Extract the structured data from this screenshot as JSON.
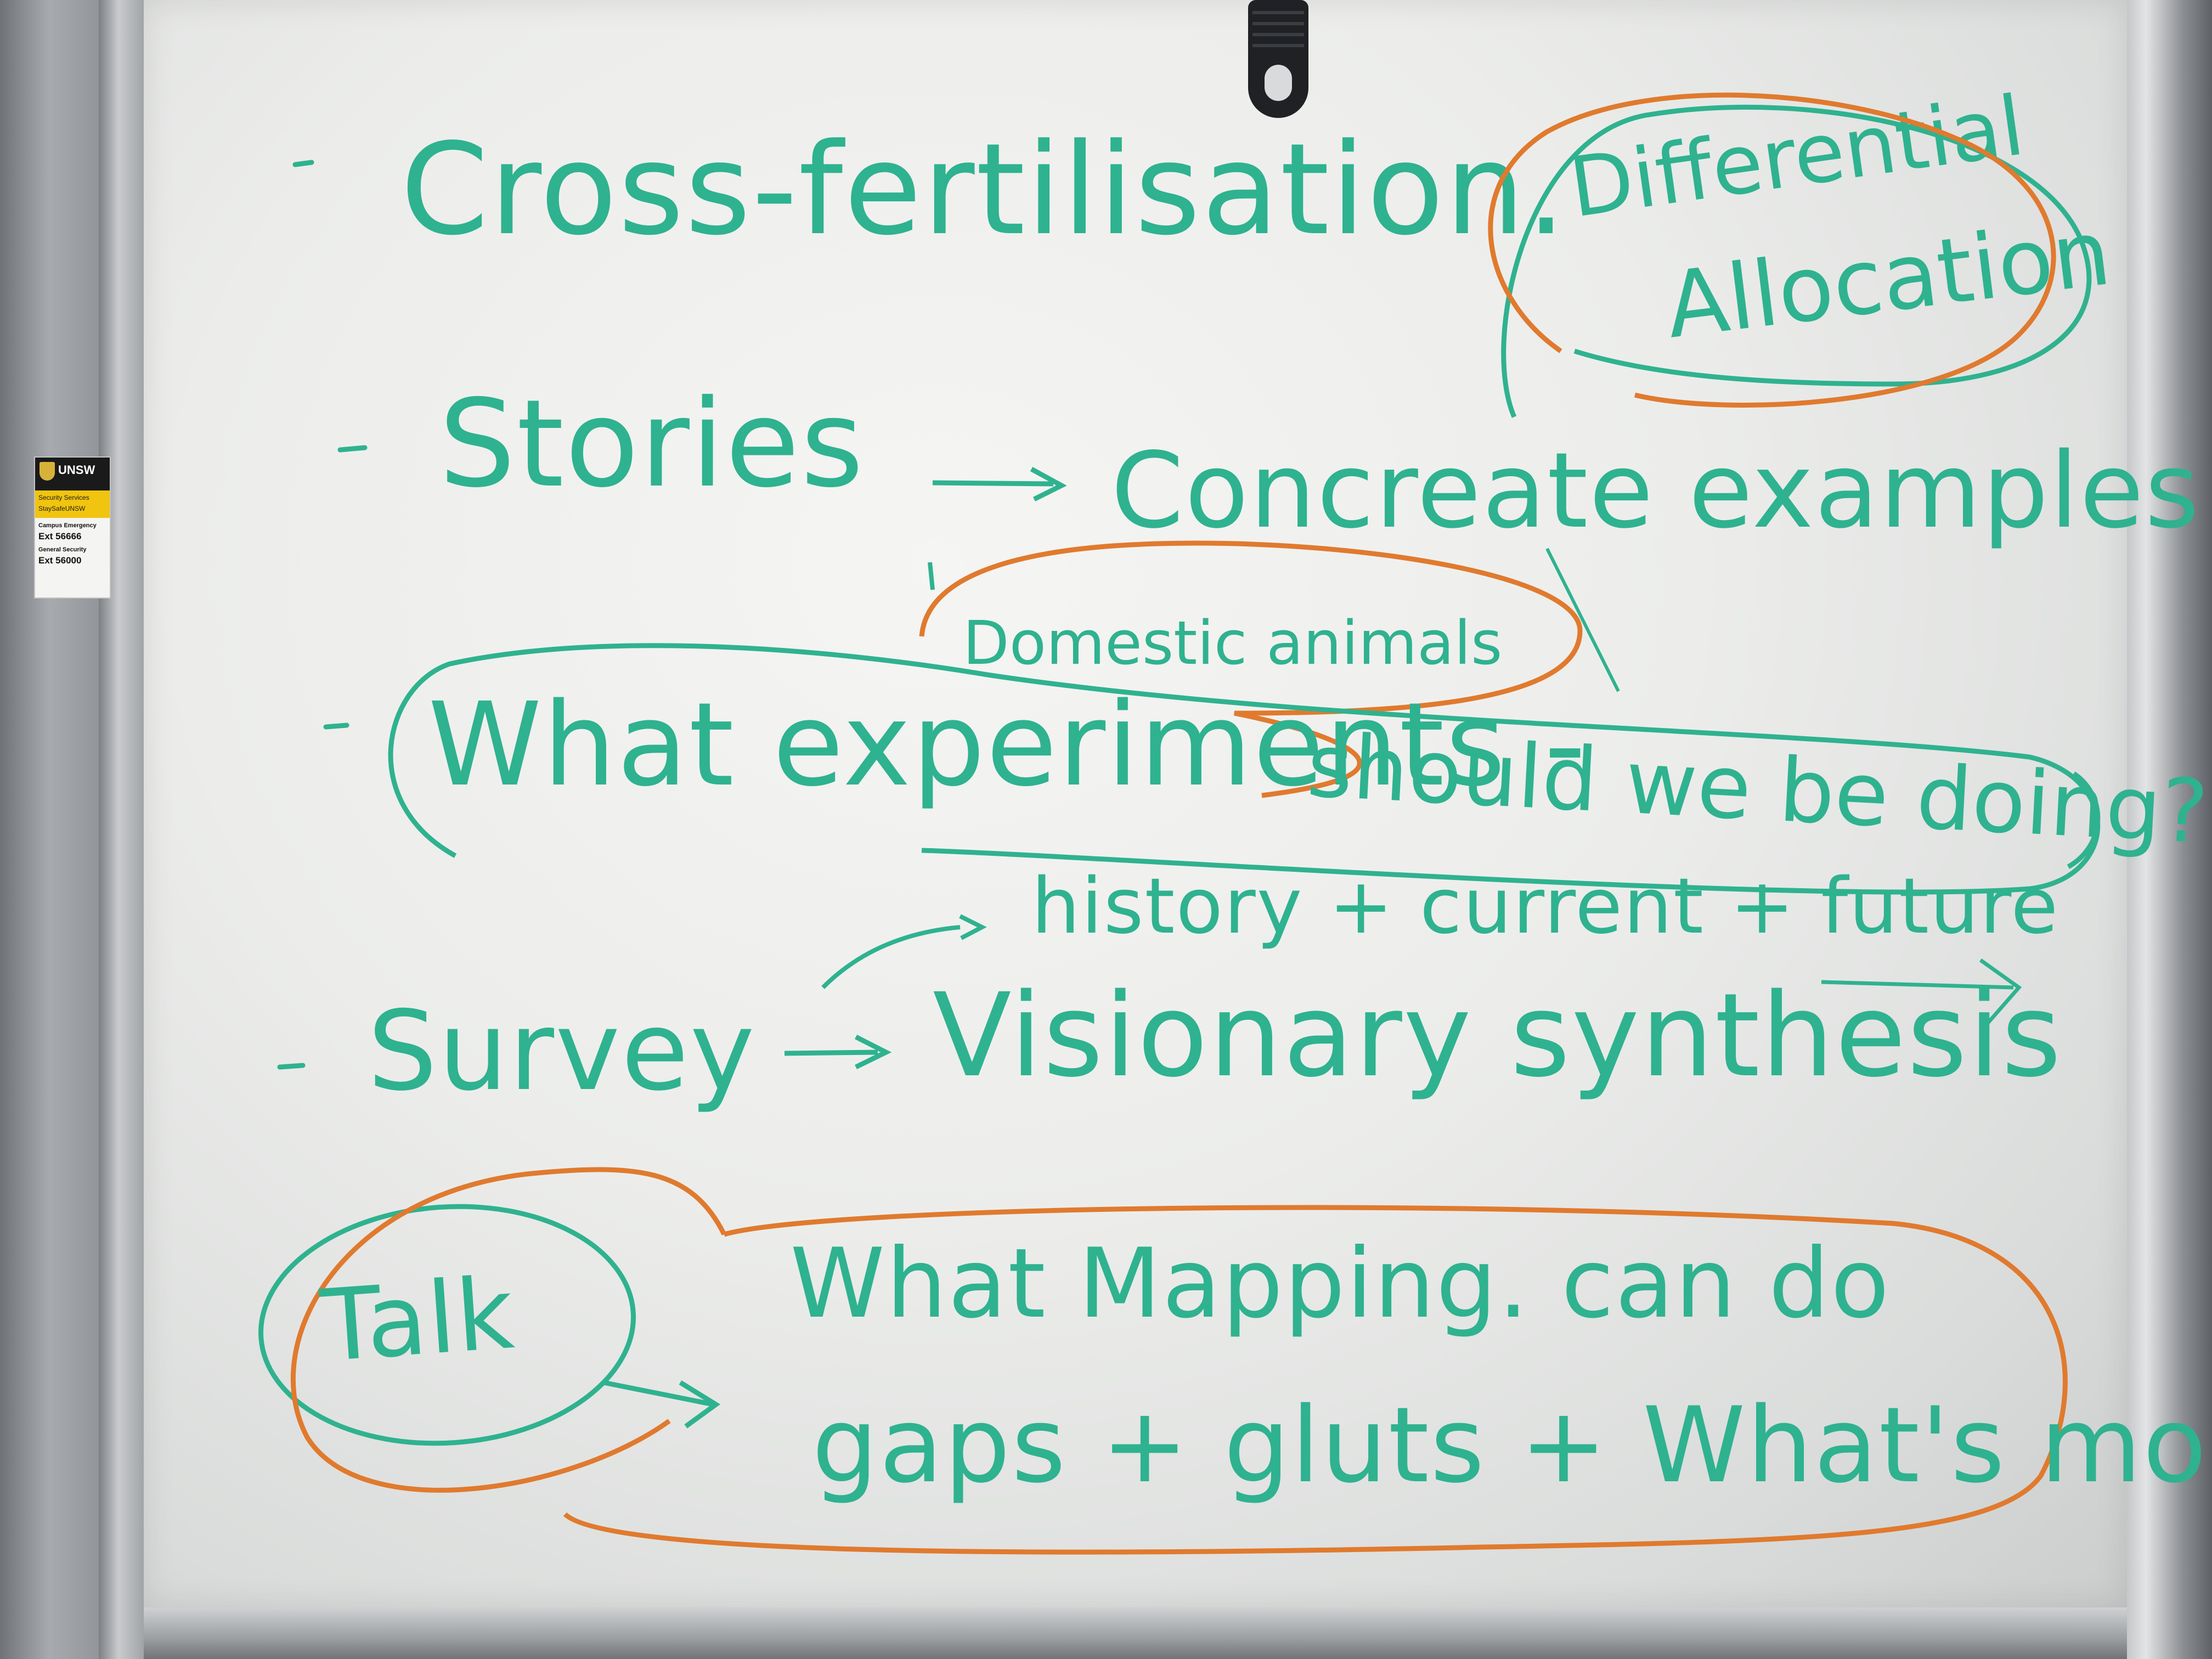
{
  "sticker": {
    "brand": "UNSW",
    "line1": "Security Services",
    "line2": "StaySafeUNSW",
    "campus_label": "Campus Emergency",
    "campus_ext": "Ext 56666",
    "general_label": "General Security",
    "general_ext": "Ext 56000"
  },
  "whiteboard": {
    "item1": "Cross-fertilisation.",
    "circled_top_line1": "Differential",
    "circled_top_line2": "Allocation",
    "item2": "Stories",
    "item2_result": "Concreate examples",
    "item2_sub": "Domestic animals",
    "item3_part1": "What experiments -",
    "item3_part2": "should we be doing?",
    "item3_sub": "history + current + future",
    "item4": "Survey",
    "item4_result": "Visionary synthesis",
    "circled_bottom": "Talk",
    "bottom_line1": "What Mapping. can do",
    "bottom_line2": "gaps + gluts + What's more?"
  },
  "colors": {
    "green_marker": "#2fb28f",
    "orange_marker": "#e07a2e",
    "board": "#eeeeec"
  }
}
